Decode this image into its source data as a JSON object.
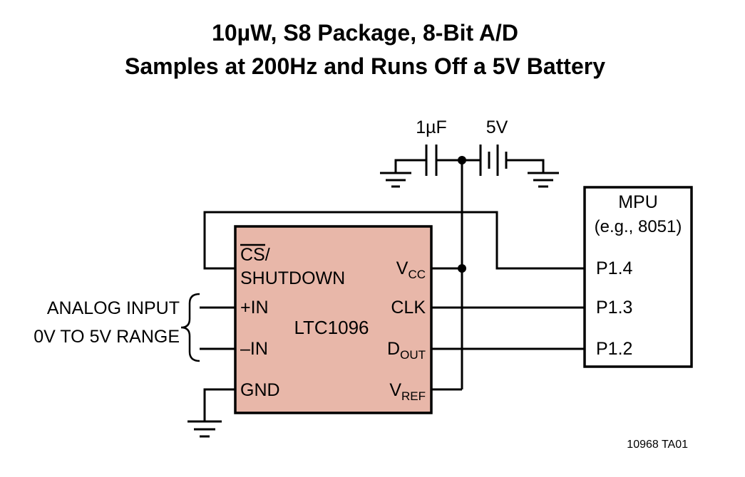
{
  "title": {
    "line1": "10µW, S8 Package, 8-Bit A/D",
    "line2": "Samples at 200Hz and Runs Off a 5V Battery"
  },
  "supply": {
    "capacitor_value": "1µF",
    "battery_value": "5V"
  },
  "analog_input": {
    "line1": "ANALOG INPUT",
    "line2": "0V TO 5V RANGE"
  },
  "ic": {
    "name": "LTC1096",
    "pin_cs": "CS/",
    "pin_shutdown": "SHUTDOWN",
    "pin_plus_in": "+IN",
    "pin_minus_in": "–IN",
    "pin_gnd": "GND",
    "pin_vcc_main": "V",
    "pin_vcc_sub": "CC",
    "pin_clk": "CLK",
    "pin_dout_main": "D",
    "pin_dout_sub": "OUT",
    "pin_vref_main": "V",
    "pin_vref_sub": "REF"
  },
  "mpu": {
    "name": "MPU",
    "subtitle": "(e.g., 8051)",
    "pin_p14": "P1.4",
    "pin_p13": "P1.3",
    "pin_p12": "P1.2"
  },
  "footer": {
    "figure_id": "10968 TA01"
  },
  "colors": {
    "ic_fill": "#e8b7a9",
    "line": "#000000",
    "background": "#ffffff"
  }
}
